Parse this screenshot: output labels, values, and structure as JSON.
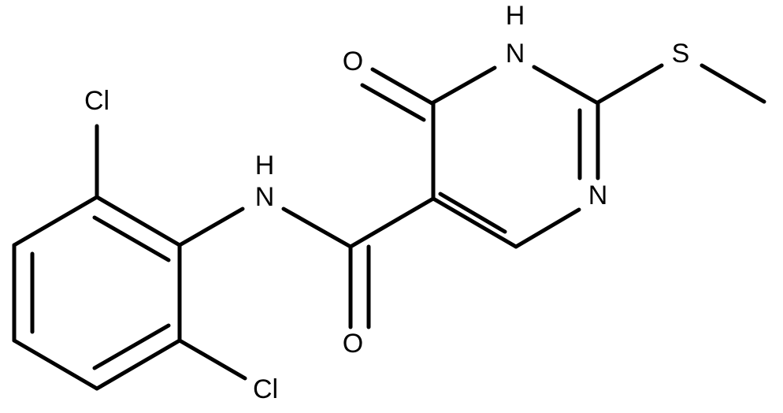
{
  "molecule": {
    "atoms": {
      "o_keto": "O",
      "n_h_ring": "H",
      "n1_ring": "N",
      "s_methylthio": "S",
      "n3_ring": "N",
      "n_amide_h": "H",
      "n_amide": "N",
      "o_amide": "O",
      "cl_top": "Cl",
      "cl_bottom": "Cl"
    }
  }
}
